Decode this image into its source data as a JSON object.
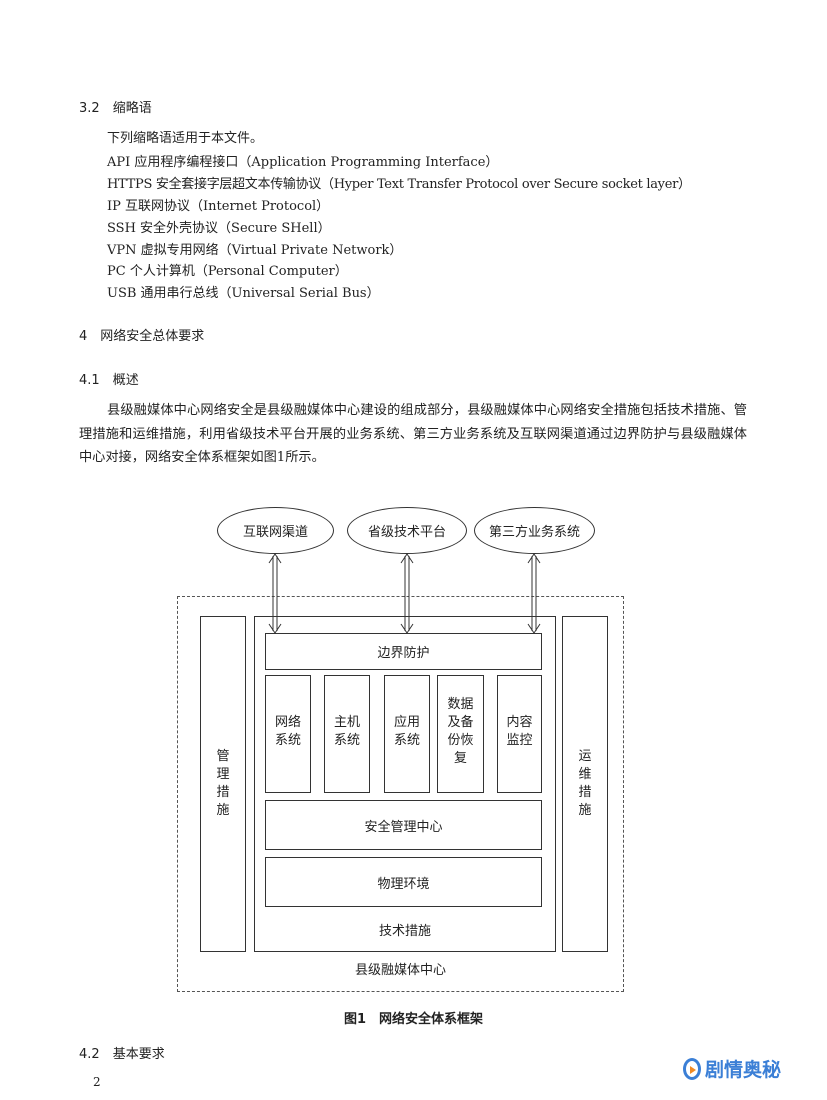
{
  "section_3_2": {
    "number": "3.2",
    "title": "缩略语"
  },
  "abbr_intro": "下列缩略语适用于本文件。",
  "abbreviations": [
    "API  应用程序编程接口（Application Programming Interface）",
    "HTTPS  安全套接字层超文本传输协议（Hyper Text Transfer Protocol over Secure socket layer）",
    "IP  互联网协议（Internet Protocol）",
    "SSH  安全外壳协议（Secure SHell）",
    "VPN  虚拟专用网络（Virtual Private Network）",
    "PC  个人计算机（Personal Computer）",
    "USB  通用串行总线（Universal Serial Bus）"
  ],
  "section_4": {
    "number": "4",
    "title": "网络安全总体要求"
  },
  "section_4_1": {
    "number": "4.1",
    "title": "概述"
  },
  "paragraph": "县级融媒体中心网络安全是县级融媒体中心建设的组成部分，县级融媒体中心网络安全措施包括技术措施、管理措施和运维措施，利用省级技术平台开展的业务系统、第三方业务系统及互联网渠道通过边界防护与县级融媒体中心对接，网络安全体系框架如图1所示。",
  "diagram": {
    "external": [
      "互联网渠道",
      "省级技术平台",
      "第三方业务系统"
    ],
    "left": "管理措施",
    "right": "运维措施",
    "boundary": "边界防护",
    "systems": [
      "网络系统",
      "主机系统",
      "应用系统",
      "数据及备份恢复",
      "内容监控"
    ],
    "security_center": "安全管理中心",
    "physical": "物理环境",
    "tech": "技术措施",
    "county": "县级融媒体中心"
  },
  "figure_caption": "图1　网络安全体系框架",
  "section_4_2": {
    "number": "4.2",
    "title": "基本要求"
  },
  "page_number": "2",
  "watermark": "剧情奥秘"
}
